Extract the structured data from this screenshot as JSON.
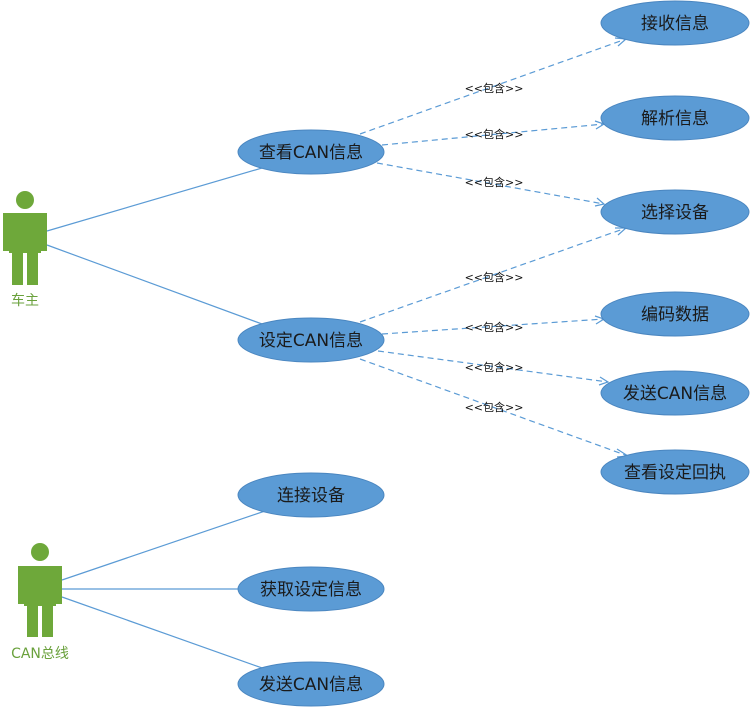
{
  "colors": {
    "actor": "#6ea83a",
    "actor_label": "#6aa13c",
    "usecase_fill": "#5b9bd5",
    "usecase_stroke": "#4a86c0",
    "line": "#5b9bd5"
  },
  "actors": {
    "owner": "车主",
    "bus": "CAN总线"
  },
  "usecases": {
    "view_can": "查看CAN信息",
    "set_can": "设定CAN信息",
    "receive": "接收信息",
    "parse": "解析信息",
    "select_device": "选择设备",
    "encode": "编码数据",
    "send_can_1": "发送CAN信息",
    "view_receipt": "查看设定回执",
    "connect_device": "连接设备",
    "get_settings": "获取设定信息",
    "send_can_2": "发送CAN信息"
  },
  "include_label": "<<包含>>"
}
